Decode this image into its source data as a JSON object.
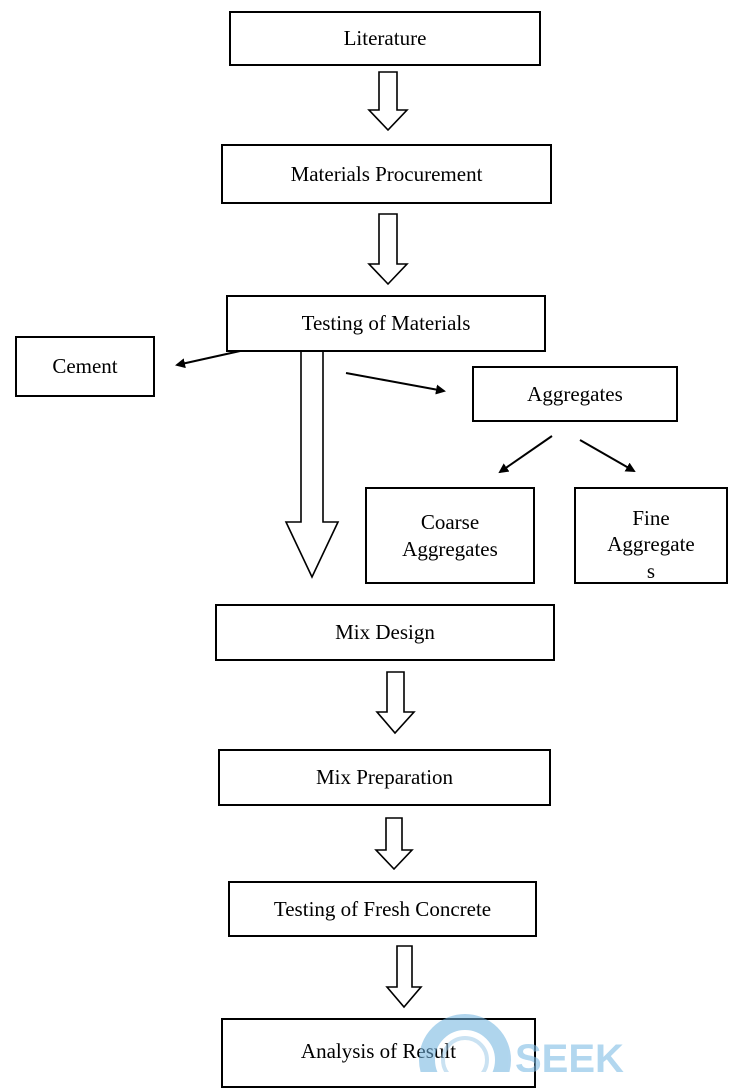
{
  "boxes": {
    "literature": "Literature",
    "procurement": "Materials Procurement",
    "testing_materials": "Testing of Materials",
    "cement": "Cement",
    "aggregates": "Aggregates",
    "coarse_line1": "Coarse",
    "coarse_line2": "Aggregates",
    "fine_line1": "Fine",
    "fine_line2": "Aggregate",
    "fine_line3": "s",
    "mix_design": "Mix Design",
    "mix_preparation": "Mix Preparation",
    "testing_fresh": "Testing of Fresh Concrete",
    "analysis": "Analysis of Result"
  },
  "watermark": {
    "text": "SEEK"
  }
}
